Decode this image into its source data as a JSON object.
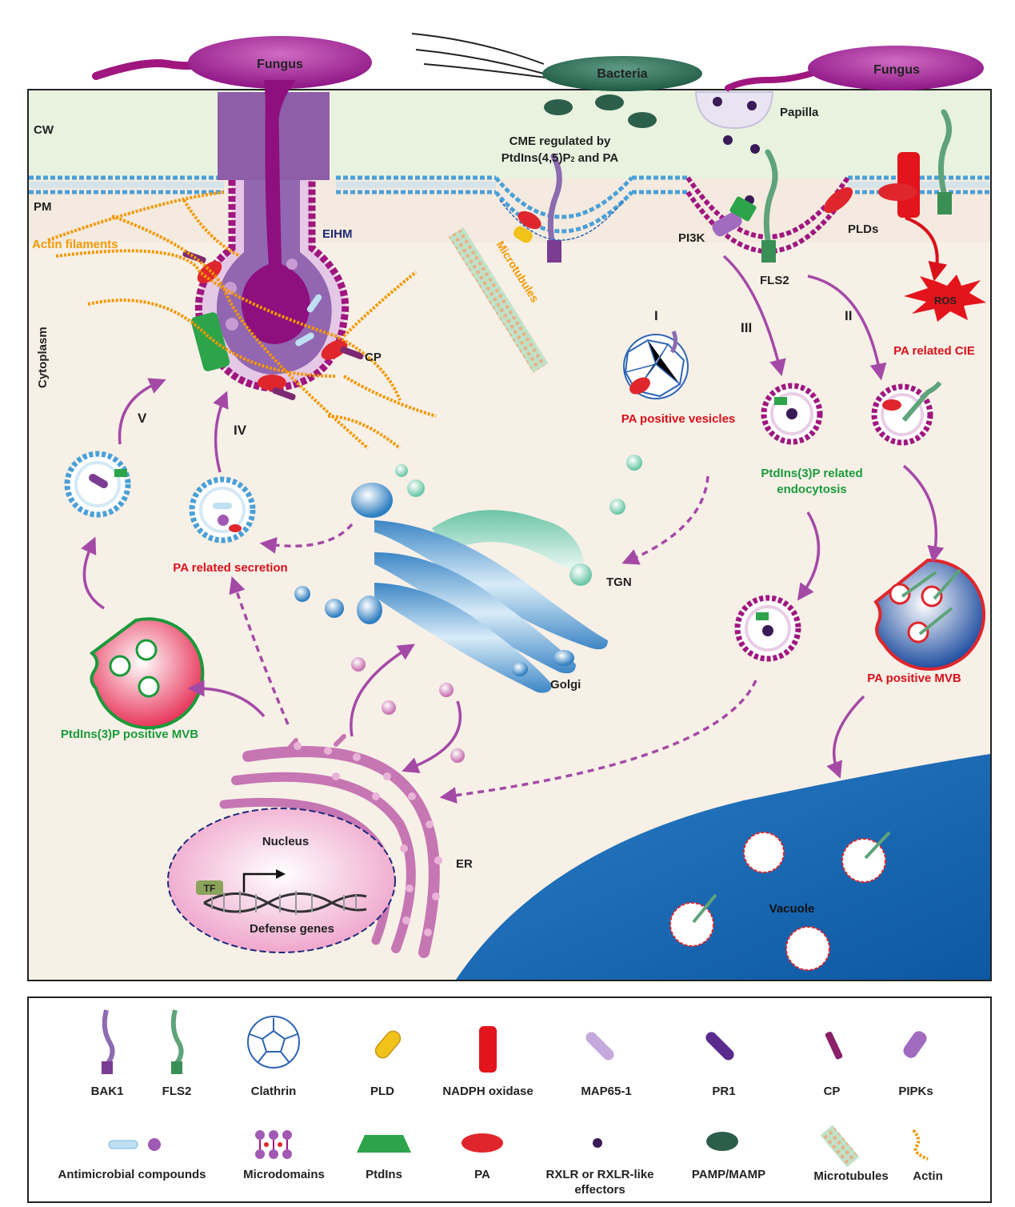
{
  "colors": {
    "purple": "#8e1d8a",
    "magenta": "#a0167f",
    "arrow": "#a44aa6",
    "red_label": "#d8101a",
    "green_label": "#1a9a3a",
    "orange": "#f39800",
    "navy": "#1d2a78",
    "vacuole": "#1164b0",
    "er": "#c676b3",
    "cytoplasm": "#f7f0e7",
    "cell_wall": "#e8f2df"
  },
  "regions": {
    "cw": "CW",
    "pm": "PM",
    "cytoplasm": "Cytoplasm"
  },
  "pathogens": {
    "fungus_left": "Fungus",
    "bacteria": "Bacteria",
    "fungus_right": "Fungus",
    "papilla": "Papilla"
  },
  "labels": {
    "cme_line1": "CME regulated by",
    "cme_line2_a": "PtdIns(4,5)P",
    "cme_line2_sub": "2",
    "cme_line2_b": " and PA",
    "eihm": "EIHM",
    "actin_filaments": "Actin filaments",
    "microtubules": "Microtubules",
    "pi3k": "PI3K",
    "fls2": "FLS2",
    "plds": "PLDs",
    "ros": "ROS",
    "cp": "CP",
    "route_i": "I",
    "route_ii": "II",
    "route_iii": "III",
    "route_iv": "IV",
    "route_v": "V",
    "pa_related_cie": "PA related CIE",
    "pa_positive_vesicles": "PA positive vesicles",
    "ptdins3p_endo_1": "PtdIns(3)P related",
    "ptdins3p_endo_2": "endocytosis",
    "pa_related_secretion": "PA related secretion",
    "tgn": "TGN",
    "golgi": "Golgi",
    "pa_positive_mvb": "PA positive MVB",
    "ptdins3p_positive_mvb": "PtdIns(3)P positive MVB",
    "nucleus": "Nucleus",
    "tf": "TF",
    "defense_genes": "Defense genes",
    "er": "ER",
    "vacuole": "Vacuole"
  },
  "legend": {
    "row1": [
      "BAK1",
      "FLS2",
      "Clathrin",
      "PLD",
      "NADPH oxidase",
      "MAP65-1",
      "PR1",
      "CP",
      "PIPKs"
    ],
    "row2": [
      "Antimicrobial compounds",
      "Microdomains",
      "PtdIns",
      "PA",
      "RXLR or RXLR-like",
      "effectors",
      "PAMP/MAMP",
      "Microtubules",
      "Actin"
    ]
  }
}
